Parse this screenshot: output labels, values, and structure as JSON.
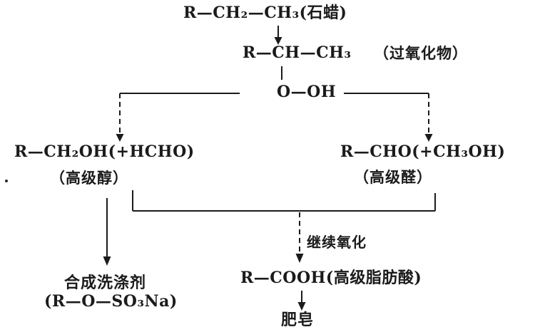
{
  "page": {
    "background_color": "#ffffff",
    "ink_color": "#1b1b1b"
  },
  "diagram": {
    "description": "paraffin-oxidation-flowchart",
    "nodes": {
      "paraffin": {
        "formula": "R—CH₂—CH₃(石蜡)"
      },
      "peroxide": {
        "formula": "R—CH—CH₃",
        "note": "（过氧化物）",
        "group": "O—OH"
      },
      "alcohol": {
        "formula": "R—CH₂OH(+HCHO)",
        "note": "（高级醇）"
      },
      "aldehyde": {
        "formula": "R—CHO(+CH₃OH)",
        "note": "（高级醛）"
      },
      "acid": {
        "formula": "R—COOH(高级脂肪酸)"
      },
      "soap": {
        "label": "肥皂"
      },
      "detergent": {
        "label": "合成洗涤剂",
        "formula": "(R—O—SO₃Na)"
      }
    },
    "edge_labels": {
      "continue_oxidation": "继续氧化"
    }
  }
}
